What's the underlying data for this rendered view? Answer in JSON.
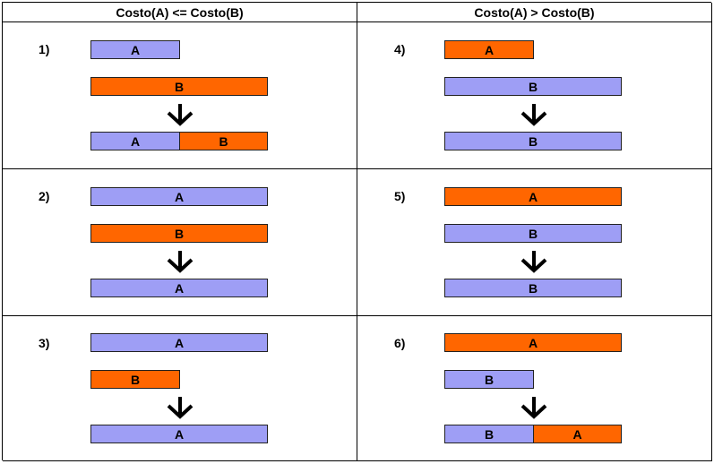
{
  "colors": {
    "blue": "#9e9ef5",
    "orange": "#ff6600"
  },
  "headers": {
    "left": "Costo(A) <= Costo(B)",
    "right": "Costo(A) > Costo(B)"
  },
  "cases": [
    {
      "label": "1)",
      "bar1": "A",
      "bar2": "B",
      "res1": "A",
      "res2": "B"
    },
    {
      "label": "2)",
      "bar1": "A",
      "bar2": "B",
      "res1": "A"
    },
    {
      "label": "3)",
      "bar1": "A",
      "bar2": "B",
      "res1": "A"
    },
    {
      "label": "4)",
      "bar1": "A",
      "bar2": "B",
      "res1": "B"
    },
    {
      "label": "5)",
      "bar1": "A",
      "bar2": "B",
      "res1": "B"
    },
    {
      "label": "6)",
      "bar1": "A",
      "bar2": "B",
      "res1": "B",
      "res2": "A"
    }
  ]
}
